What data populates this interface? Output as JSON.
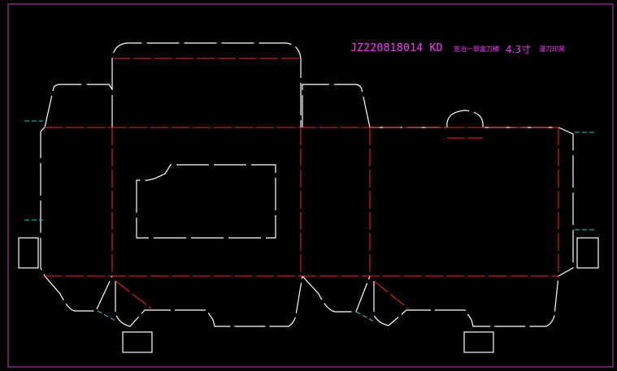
{
  "drawing": {
    "code": "JZ220818014 KD",
    "note_left": "宣治一翠盒刀模",
    "size": "4.3寸",
    "note_right": "漫刀印黑"
  },
  "colors": {
    "frame": "#cc33cc",
    "cut": "#ffffff",
    "crease": "#ff2222",
    "guide": "#22cccc",
    "text": "#ff33ff",
    "background": "#000000"
  }
}
